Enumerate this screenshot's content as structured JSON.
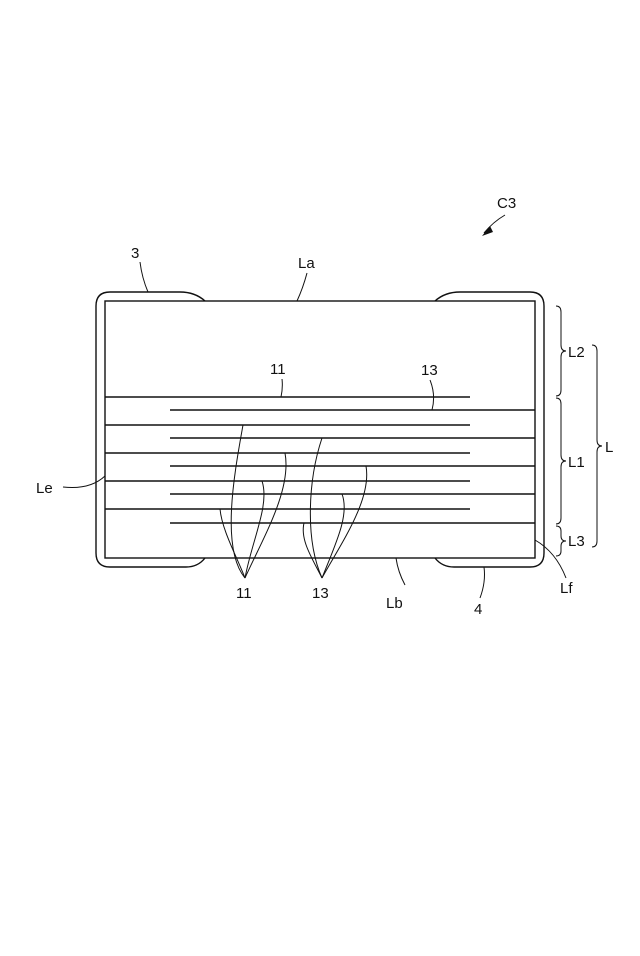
{
  "labels": {
    "figure_ref": "C3",
    "external_electrode_left": "3",
    "external_electrode_right": "4",
    "top_face": "La",
    "bottom_face": "Lb",
    "end_face_left": "Le",
    "end_face_right": "Lf",
    "internal_electrode_a": "11",
    "internal_electrode_b": "13",
    "internal_electrode_a_group": "11",
    "internal_electrode_b_group": "13",
    "layer_L2": "L2",
    "layer_L1": "L1",
    "layer_L3": "L3",
    "layer_total": "L"
  }
}
